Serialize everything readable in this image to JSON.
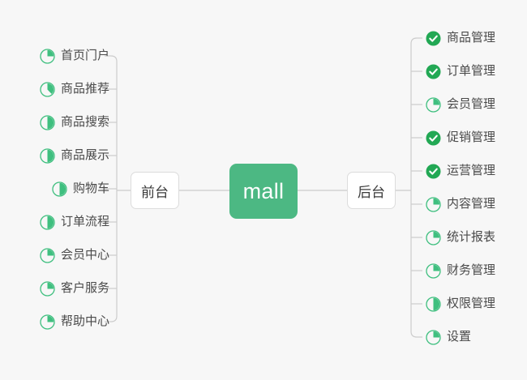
{
  "diagram": {
    "type": "mind-map",
    "background_color": "#f7f7f7",
    "accent_color": "#4cb883",
    "done_color": "#22a854",
    "pie_color": "#3fbf7f",
    "connector_color": "#cccccc",
    "text_color": "#4a4a4a"
  },
  "center": {
    "label": "mall"
  },
  "branches": [
    {
      "id": "front",
      "label": "前台"
    },
    {
      "id": "back",
      "label": "后台"
    }
  ],
  "left_items": [
    {
      "label": "首页门户",
      "icon": "pie-progress-icon",
      "progress": 25
    },
    {
      "label": "商品推荐",
      "icon": "pie-progress-icon",
      "progress": 38
    },
    {
      "label": "商品搜索",
      "icon": "pie-progress-icon",
      "progress": 50
    },
    {
      "label": "商品展示",
      "icon": "pie-progress-icon",
      "progress": 50
    },
    {
      "label": "购物车",
      "icon": "pie-progress-icon",
      "progress": 50
    },
    {
      "label": "订单流程",
      "icon": "pie-progress-icon",
      "progress": 50
    },
    {
      "label": "会员中心",
      "icon": "pie-progress-icon",
      "progress": 25
    },
    {
      "label": "客户服务",
      "icon": "pie-progress-icon",
      "progress": 25
    },
    {
      "label": "帮助中心",
      "icon": "pie-progress-icon",
      "progress": 25
    }
  ],
  "right_items": [
    {
      "label": "商品管理",
      "icon": "check-circle-icon",
      "progress": 100
    },
    {
      "label": "订单管理",
      "icon": "check-circle-icon",
      "progress": 100
    },
    {
      "label": "会员管理",
      "icon": "pie-progress-icon",
      "progress": 25
    },
    {
      "label": "促销管理",
      "icon": "check-circle-icon",
      "progress": 100
    },
    {
      "label": "运营管理",
      "icon": "check-circle-icon",
      "progress": 100
    },
    {
      "label": "内容管理",
      "icon": "pie-progress-icon",
      "progress": 25
    },
    {
      "label": "统计报表",
      "icon": "pie-progress-icon",
      "progress": 25
    },
    {
      "label": "财务管理",
      "icon": "pie-progress-icon",
      "progress": 25
    },
    {
      "label": "权限管理",
      "icon": "pie-progress-icon",
      "progress": 50
    },
    {
      "label": "设置",
      "icon": "pie-progress-icon",
      "progress": 25
    }
  ]
}
